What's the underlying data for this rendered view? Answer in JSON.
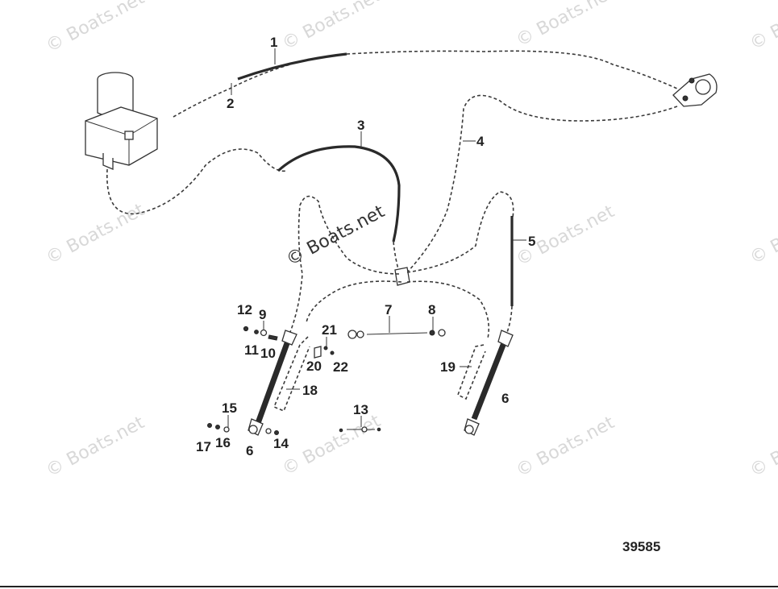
{
  "diagram": {
    "figure_number": "39585",
    "callouts": [
      "1",
      "2",
      "3",
      "4",
      "5",
      "6",
      "7",
      "8",
      "9",
      "10",
      "11",
      "12",
      "13",
      "14",
      "15",
      "16",
      "17",
      "18",
      "19",
      "20",
      "21",
      "22",
      "6"
    ],
    "watermark_text": "© Boats.net",
    "colors": {
      "line": "#333333",
      "watermark": "#d8d8d8",
      "background": "#ffffff"
    }
  }
}
